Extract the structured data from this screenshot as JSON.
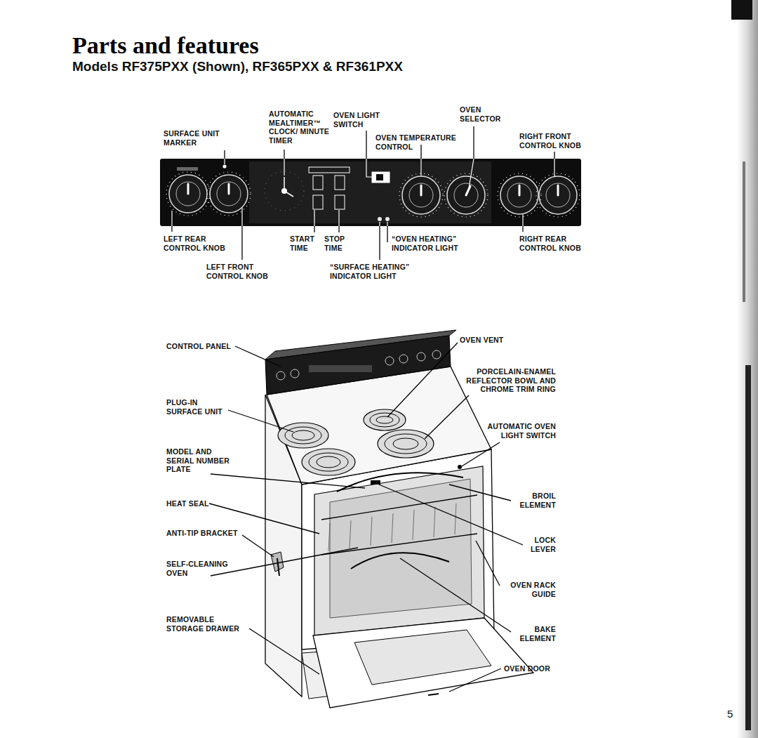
{
  "diagram": {
    "title": "Parts and features",
    "labels": [
      "Models RF375PXX (Shown), RF365PXX & RF361PXX",
      "SURFACE UNIT MARKER",
      "AUTOMATIC MEALTIMER™ CLOCK/ MINUTE TIMER",
      "OVEN LIGHT SWITCH",
      "OVEN TEMPERATURE CONTROL",
      "OVEN SELECTOR",
      "RIGHT FRONT CONTROL KNOB",
      "LEFT REAR CONTROL KNOB",
      "LEFT FRONT CONTROL KNOB",
      "START TIME",
      "STOP TIME",
      "“OVEN HEATING” INDICATOR LIGHT",
      "“SURFACE HEATING” INDICATOR LIGHT",
      "RIGHT REAR CONTROL KNOB",
      "CONTROL PANEL",
      "PLUG-IN SURFACE UNIT",
      "MODEL AND SERIAL NUMBER PLATE",
      "HEAT SEAL",
      "ANTI-TIP BRACKET",
      "SELF-CLEANING OVEN",
      "REMOVABLE STORAGE DRAWER",
      "OVEN VENT",
      "PORCELAIN-ENAMEL REFLECTOR BOWL AND CHROME TRIM RING",
      "AUTOMATIC OVEN LIGHT SWITCH",
      "BROIL ELEMENT",
      "LOCK LEVER",
      "OVEN RACK GUIDE",
      "BAKE ELEMENT",
      "OVEN DOOR",
      "5"
    ]
  }
}
